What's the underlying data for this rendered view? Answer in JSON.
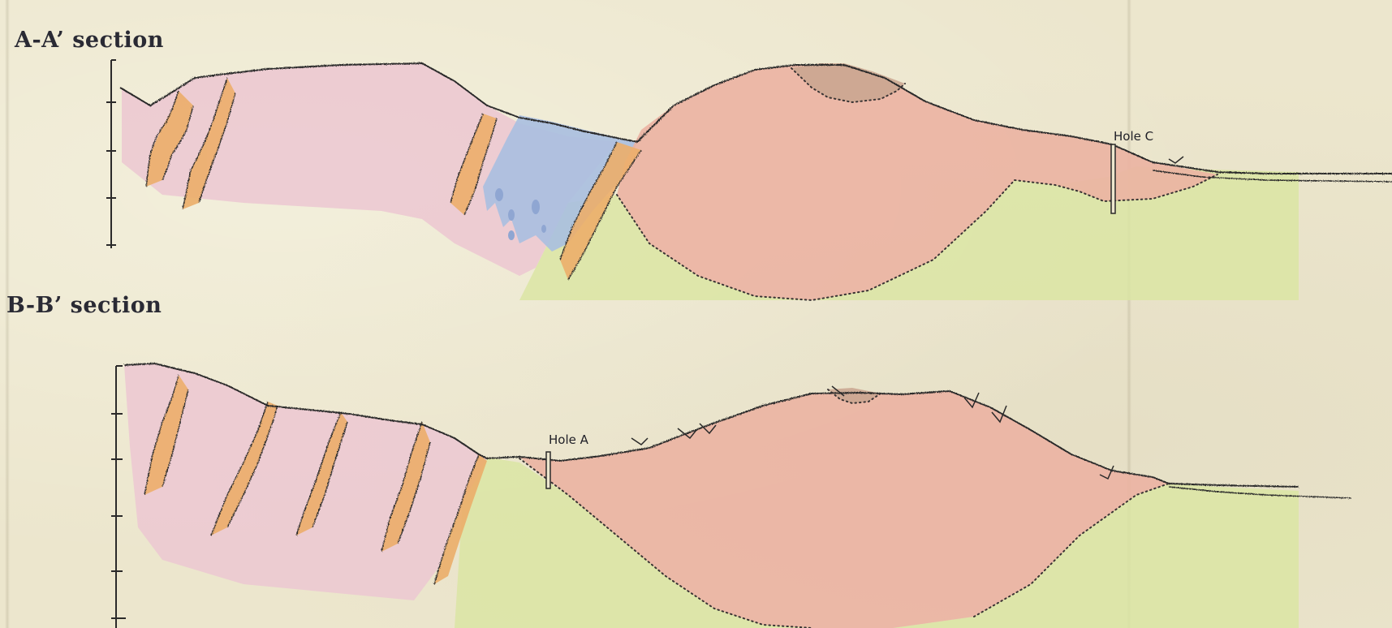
{
  "sections": [
    {
      "id": "a",
      "title": "A-A’ section",
      "hole_label": "Hole C"
    },
    {
      "id": "b",
      "title": "B-B’ section",
      "hole_label": "Hole A"
    }
  ],
  "colors": {
    "paper": "#ece6cd",
    "pink_rock": "#ecc9d2",
    "orange_dykes": "#ecae6a",
    "blue_rock": "#a9bfe0",
    "salmon_body": "#ebb3a2",
    "green_rock": "#dbe5a3",
    "brown_cap": "#c9a48f",
    "ink": "#2b2a2a"
  }
}
